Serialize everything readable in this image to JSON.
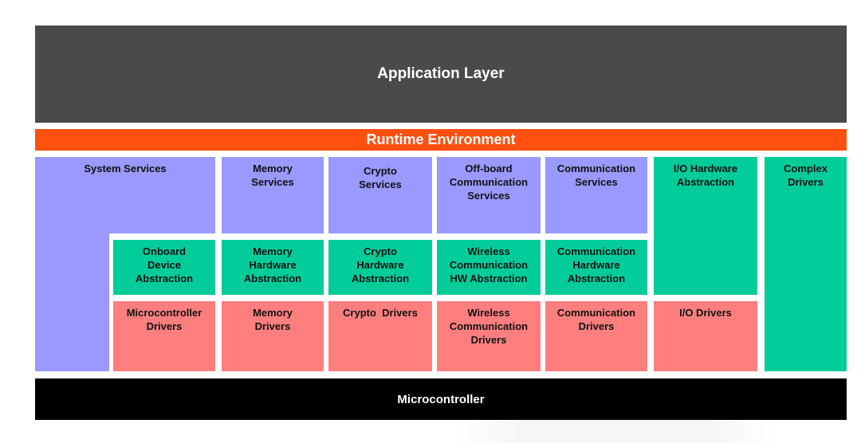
{
  "layers": {
    "application": "Application Layer",
    "rte": "Runtime Environment",
    "microcontroller": "Microcontroller"
  },
  "services": {
    "system": "System Services",
    "memory": "Memory\nServices",
    "crypto": "Crypto\nServices",
    "offboard": "Off-board\nCommunication\nServices",
    "communication": "Communication\nServices"
  },
  "abstraction": {
    "io_hardware": "I/O Hardware\nAbstraction",
    "complex_drivers": "Complex\nDrivers",
    "onboard_device": "Onboard\nDevice\nAbstraction",
    "memory_hw": "Memory\nHardware\nAbstraction",
    "crypto_hw": "Crypto\nHardware\nAbstraction",
    "wireless_hw": "Wireless\nCommunication\nHW Abstraction",
    "communication_hw": "Communication\nHardware\nAbstraction"
  },
  "drivers": {
    "microcontroller": "Microcontroller\nDrivers",
    "memory": "Memory\nDrivers",
    "crypto": "Crypto  Drivers",
    "wireless": "Wireless\nCommunication\nDrivers",
    "communication": "Communication\nDrivers",
    "io": "I/O Drivers"
  },
  "colors": {
    "application": "#4a4a4a",
    "rte": "#ff5010",
    "services": "#9999ff",
    "hardware_abstraction": "#00cc99",
    "drivers": "#ff7f7f",
    "microcontroller": "#000000"
  }
}
